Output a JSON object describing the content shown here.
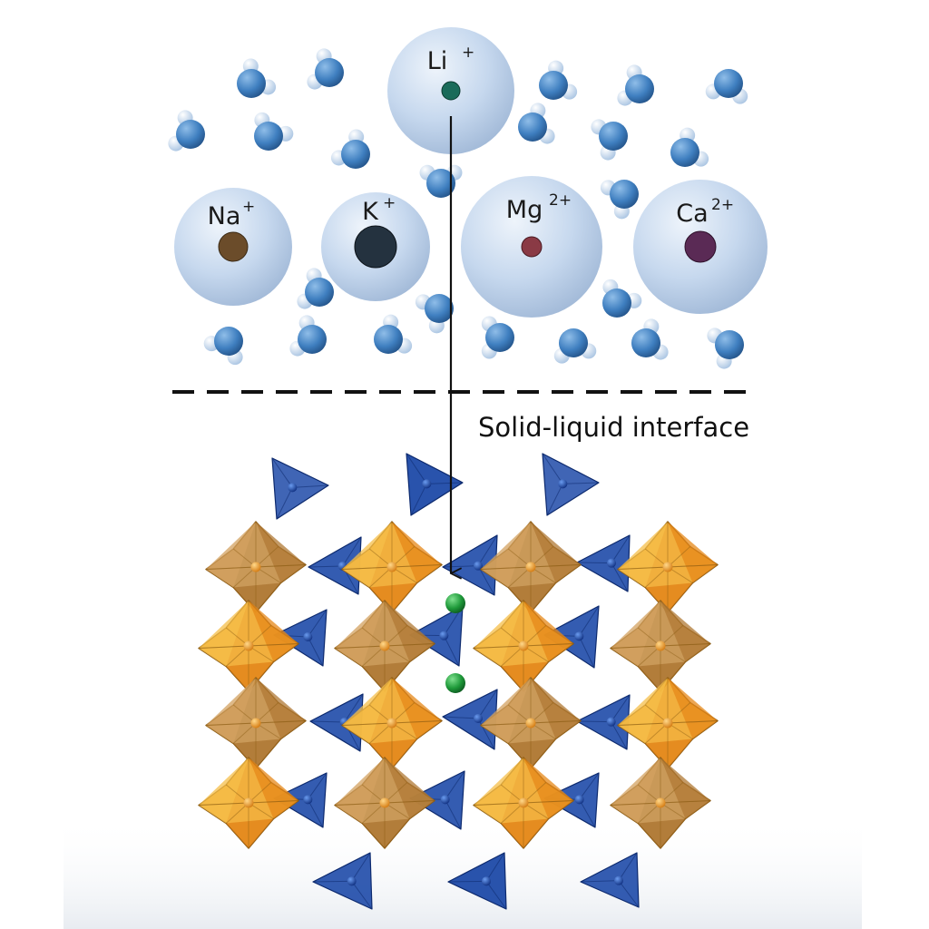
{
  "interface_label": "Solid-liquid interface",
  "ions": [
    {
      "id": "li",
      "label": "Li",
      "charge": "+",
      "core_color": "#1a6b5a"
    },
    {
      "id": "na",
      "label": "Na",
      "charge": "+",
      "core_color": "#6b4c2a"
    },
    {
      "id": "k",
      "label": "K",
      "charge": "+",
      "core_color": "#24323f"
    },
    {
      "id": "mg",
      "label": "Mg",
      "charge": "2+",
      "core_color": "#8a3a45"
    },
    {
      "id": "ca",
      "label": "Ca",
      "charge": "2+",
      "core_color": "#5a2a55"
    }
  ],
  "colors": {
    "water_oxygen": "#3f7fc0",
    "water_hydrogen": "#c9dcf0",
    "hydration_shell": "#c6d8ee",
    "octahedron": "#e39b25",
    "tetrahedron": "#1e4aa8",
    "lithium_site": "#1f9a3a",
    "arrow": "#111111",
    "interface_line": "#111111"
  }
}
